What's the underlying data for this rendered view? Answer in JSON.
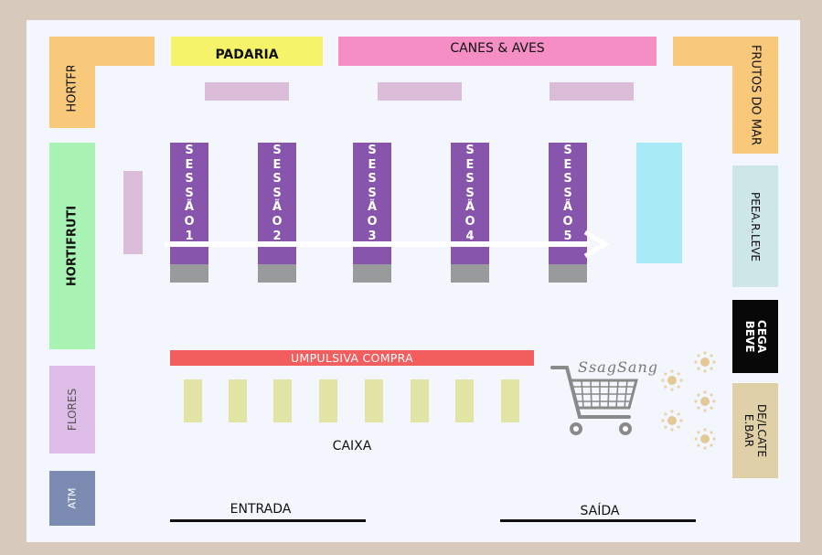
{
  "sections": {
    "hortfria": "HORTFRIA",
    "padaria": "PADARIA",
    "carnes_aves": "CANES & AVES",
    "frutos_do_mar": "FRUTOS DO MAR",
    "hortifruti": "HORTIFRUTI",
    "perecivel_leve": "PEEA.R.LEVE",
    "adega_bebe": "CEGA BEVE",
    "flores": "FLORES",
    "delicatessen_bar": "DE/LCATE E.BAR",
    "atm": "ATM"
  },
  "aisles": [
    {
      "label": "SESSÃO",
      "number": "1"
    },
    {
      "label": "SESSÃO",
      "number": "2"
    },
    {
      "label": "SESSÃO",
      "number": "3"
    },
    {
      "label": "SESSÃO",
      "number": "4"
    },
    {
      "label": "SESSÃO",
      "number": "5"
    }
  ],
  "impulse_bar": "UMPULSIVA COMPRA",
  "caixa": "CAIXA",
  "entrada": "ENTRADA",
  "saida": "SAÍDA",
  "logo": {
    "text": "SsagSang",
    "icon": "shopping-cart-icon"
  },
  "colors": {
    "background": "#d7c9bc",
    "floor": "#f3f6fd",
    "orange": "#f8c97b",
    "yellow": "#f5f36a",
    "pink": "#f48ec5",
    "green": "#a9f3b4",
    "light_blue": "#cfe6e9",
    "cyan": "#a9eaf7",
    "black": "#080808",
    "lilac": "#ddbde7",
    "tan": "#dfd0a7",
    "slate": "#7b8bb2",
    "purple": "#8755ac",
    "red": "#f25d5d"
  }
}
